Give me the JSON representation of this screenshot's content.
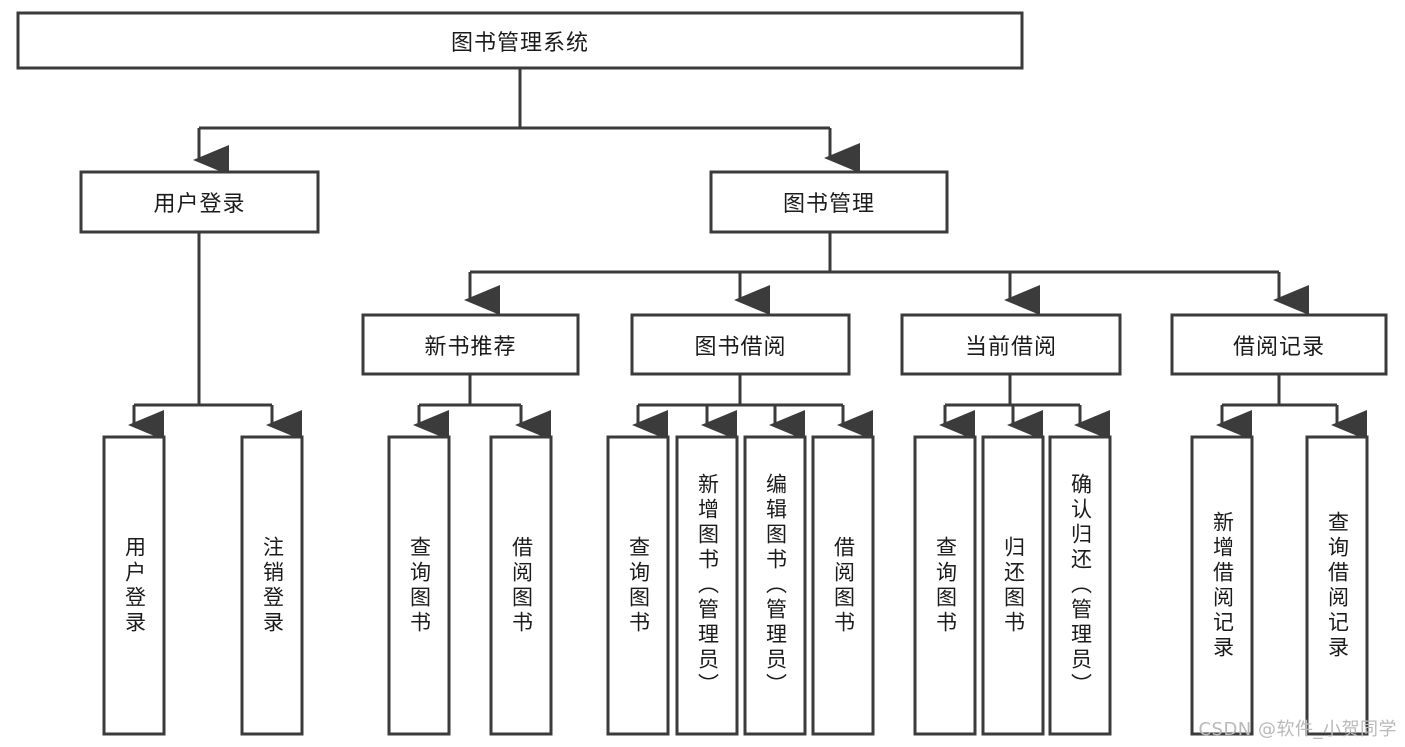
{
  "diagram": {
    "title_node": {
      "label": "图书管理系统"
    },
    "level1": [
      {
        "id": "user-login",
        "label": "用户登录"
      },
      {
        "id": "book-manage",
        "label": "图书管理"
      }
    ],
    "level2": [
      {
        "id": "new-book-rec",
        "label": "新书推荐"
      },
      {
        "id": "book-borrow",
        "label": "图书借阅"
      },
      {
        "id": "current-borrow",
        "label": "当前借阅"
      },
      {
        "id": "borrow-record",
        "label": "借阅记录"
      }
    ],
    "leaves": {
      "user_login": [
        {
          "id": "leaf-user-login",
          "label": "用户登录"
        },
        {
          "id": "leaf-logout-login",
          "label": "注销登录"
        }
      ],
      "new_book_rec": [
        {
          "id": "leaf-query-book-1",
          "label": "查询图书"
        },
        {
          "id": "leaf-borrow-book-1",
          "label": "借阅图书"
        }
      ],
      "book_borrow": [
        {
          "id": "leaf-query-book-2",
          "label": "查询图书"
        },
        {
          "id": "leaf-add-book",
          "label": "新增图书（管理员）"
        },
        {
          "id": "leaf-edit-book",
          "label": "编辑图书（管理员）"
        },
        {
          "id": "leaf-borrow-book-2",
          "label": "借阅图书"
        }
      ],
      "current_borrow": [
        {
          "id": "leaf-query-book-3",
          "label": "查询图书"
        },
        {
          "id": "leaf-return-book",
          "label": "归还图书"
        },
        {
          "id": "leaf-confirm-return",
          "label": "确认归还（管理员）"
        }
      ],
      "borrow_record": [
        {
          "id": "leaf-add-record",
          "label": "新增借阅记录"
        },
        {
          "id": "leaf-query-record",
          "label": "查询借阅记录"
        }
      ]
    }
  },
  "watermark": {
    "text": "CSDN @软件_小贺同学"
  },
  "colors": {
    "stroke": "#3b3b3b",
    "fill": "#ffffff",
    "text": "#1b1b1b",
    "watermark": "#b9b9b9"
  }
}
